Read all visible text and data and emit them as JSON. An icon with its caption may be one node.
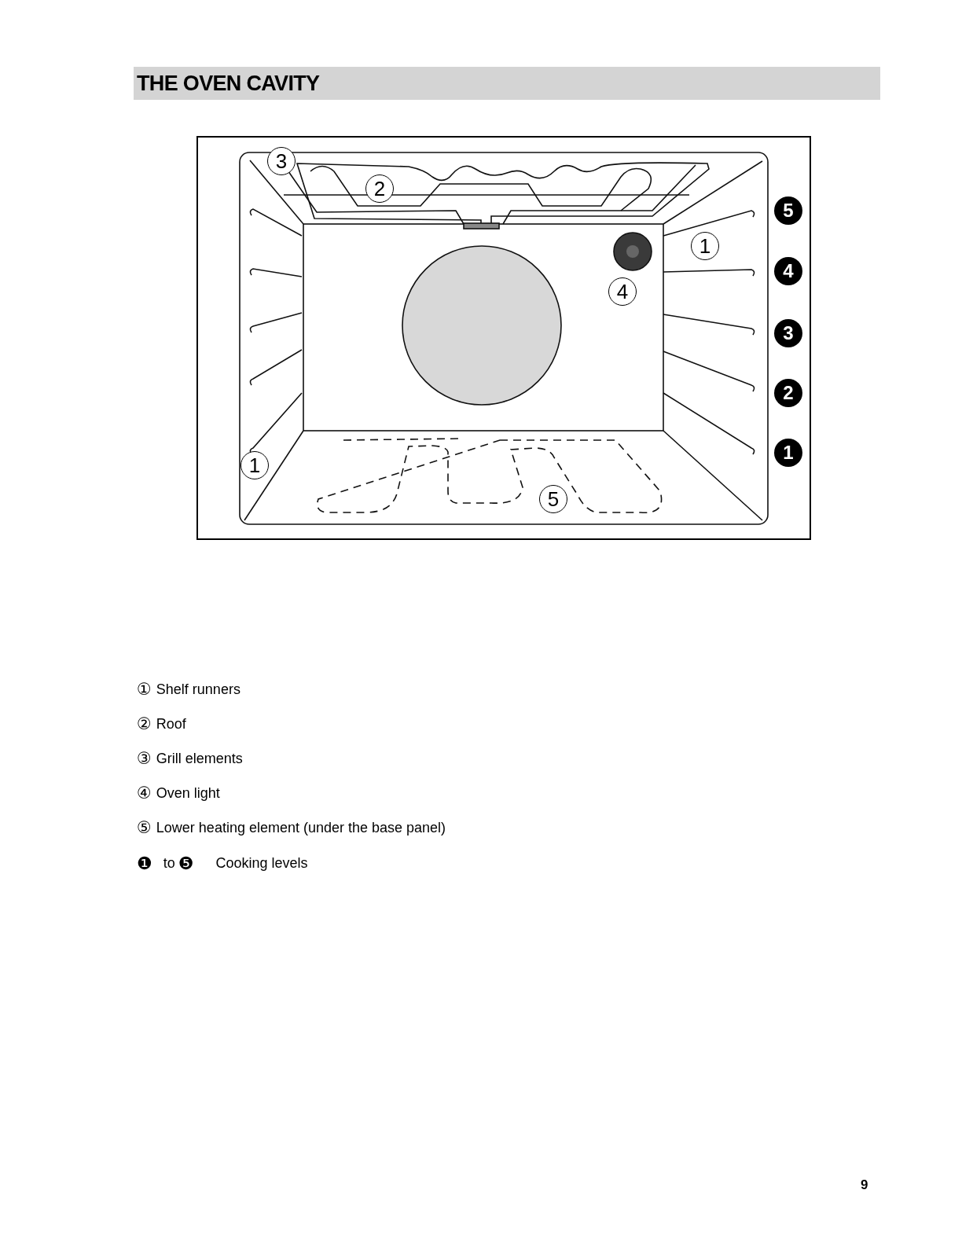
{
  "diagram": {
    "title": "THE OVEN CAVITY",
    "labels": [
      "3",
      "2",
      "5",
      "1",
      "4",
      "4",
      "3",
      "2",
      "1",
      "1",
      "5",
      "①",
      "Shelf runners",
      "②",
      "Roof",
      "③",
      "Grill elements",
      "④",
      "Oven light",
      "⑤",
      "Lower heating element (under the base panel)",
      "❶",
      "to",
      "❺",
      "Cooking levels",
      "9"
    ]
  }
}
